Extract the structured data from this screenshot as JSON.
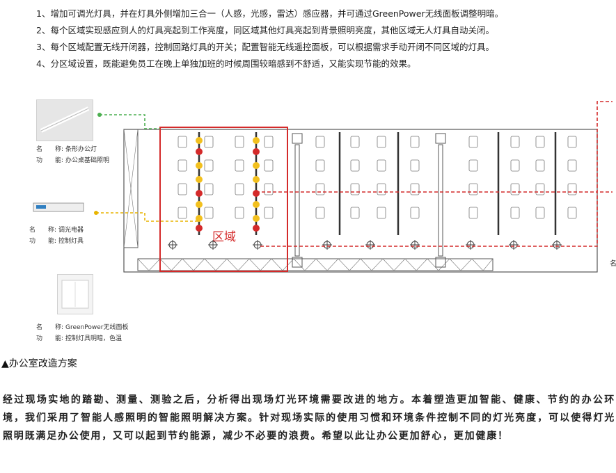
{
  "points": [
    "1、增加可调光灯具，并在灯具外侧增加三合一（人感，光感，雷达）感应器，并可通过GreenPower无线面板调整明暗。",
    "2、每个区域实现感应到人的灯具亮起到工作亮度，同区域其他灯具亮起到背景照明亮度，其他区域无人灯具自动关闭。",
    "3、每个区域配置无线开闭器，控制回路灯具的开关；配置智能无线遥控面板，可以根据需求手动开闭不同区域的灯具。",
    "4、分区域设置，既能避免员工在晚上单独加班的时候周围较暗感到不舒适，又能实现节能的效果。"
  ],
  "legend": {
    "light": {
      "name_key": "名　　称:",
      "name_val": "条形办公灯",
      "func_key": "功　　能:",
      "func_val": "办公桌基础照明"
    },
    "driver": {
      "name_key": "名　　称:",
      "name_val": "调光电器",
      "func_key": "功　　能:",
      "func_val": "控制灯具"
    },
    "panel": {
      "name_key": "名　　称:",
      "name_val": "GreenPower无线面板",
      "func_key": "功　　能:",
      "func_val": "控制灯具明暗，色温"
    }
  },
  "plan": {
    "zone_label": "区域",
    "right_edge_char": "名"
  },
  "caption": "▲办公室改造方案",
  "paragraph": "经过现场实地的踏勘、测量、测验之后，分析得出现场灯光环境需要改进的地方。本着塑造更加智能、健康、节约的办公环境，我们采用了智能人感照明的智能照明解决方案。针对现场实际的使用习惯和环境条件控制不同的灯光亮度，可以使得灯光照明既满足办公使用，又可以起到节约能源，减少不必要的浪费。希望以此让办公更加舒心，更加健康！",
  "colors": {
    "red": "#d42a2a",
    "yellow": "#f2c01e",
    "green": "#4caf50",
    "gold": "#e8b400"
  }
}
